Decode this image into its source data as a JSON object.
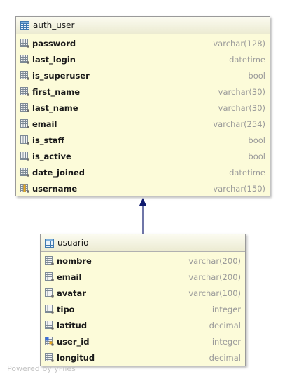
{
  "tables": [
    {
      "name": "auth_user",
      "columns": [
        {
          "name": "password",
          "type": "varchar(128)",
          "icon": "column-icon"
        },
        {
          "name": "last_login",
          "type": "datetime",
          "icon": "column-icon"
        },
        {
          "name": "is_superuser",
          "type": "bool",
          "icon": "column-icon"
        },
        {
          "name": "first_name",
          "type": "varchar(30)",
          "icon": "column-icon"
        },
        {
          "name": "last_name",
          "type": "varchar(30)",
          "icon": "column-icon"
        },
        {
          "name": "email",
          "type": "varchar(254)",
          "icon": "column-icon"
        },
        {
          "name": "is_staff",
          "type": "bool",
          "icon": "column-icon"
        },
        {
          "name": "is_active",
          "type": "bool",
          "icon": "column-icon"
        },
        {
          "name": "date_joined",
          "type": "datetime",
          "icon": "column-icon"
        },
        {
          "name": "username",
          "type": "varchar(150)",
          "icon": "unique-column-icon"
        }
      ]
    },
    {
      "name": "usuario",
      "columns": [
        {
          "name": "nombre",
          "type": "varchar(200)",
          "icon": "column-icon"
        },
        {
          "name": "email",
          "type": "varchar(200)",
          "icon": "column-icon"
        },
        {
          "name": "avatar",
          "type": "varchar(100)",
          "icon": "column-icon"
        },
        {
          "name": "tipo",
          "type": "integer",
          "icon": "column-icon"
        },
        {
          "name": "latitud",
          "type": "decimal",
          "icon": "column-icon"
        },
        {
          "name": "user_id",
          "type": "integer",
          "icon": "foreign-key-column-icon"
        },
        {
          "name": "longitud",
          "type": "decimal",
          "icon": "column-icon"
        }
      ]
    }
  ],
  "relationship": {
    "from": "usuario",
    "to": "auth_user"
  },
  "watermark": "Powered by yFiles",
  "colors": {
    "table_fill": "#fcfbd9",
    "arrow": "#0f1a6e",
    "key_accent": "#e8a81c",
    "fk_accent": "#3a6fd8"
  }
}
